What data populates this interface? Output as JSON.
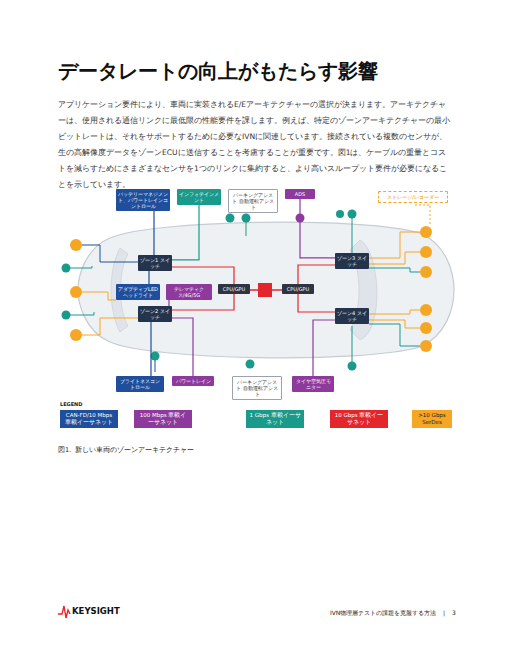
{
  "diagram": {
    "title": "データレートの向上がもたらす影響",
    "caption": "図1.  新しい車両のゾーンアーキテクチャー",
    "nodes": [
      {
        "text": [
          "バッテリーマネジメント、パワートレインコントロール"
        ]
      },
      {
        "text": [
          "インフォテインメント"
        ]
      },
      {
        "text": [
          "パーキングアシスト 自動運転アシスト"
        ]
      },
      {
        "text": [
          "ADS"
        ]
      },
      {
        "text": [
          "ストレージ/レコーダー"
        ]
      },
      {
        "text": [
          "ゾーン1 スイッチ"
        ]
      },
      {
        "text": [
          "ゾーン3 スイッチ"
        ]
      },
      {
        "text": [
          "アダプティブLED ヘッドライト"
        ]
      },
      {
        "text": [
          "テレマティクス/4G/5G"
        ]
      },
      {
        "text": [
          "CPU/GPU"
        ]
      },
      {
        "text": [
          "CPU/GPU"
        ]
      },
      {
        "text": [
          "ゾーン2 スイッチ"
        ]
      },
      {
        "text": [
          "ゾーン4 スイッチ"
        ]
      },
      {
        "text": [
          "ブライトネスコントロール"
        ]
      },
      {
        "text": [
          "パワートレイン"
        ]
      },
      {
        "text": [
          "パーキングアシスト 自動運転アシスト"
        ]
      },
      {
        "text": [
          "タイヤ空気圧モニター"
        ]
      }
    ],
    "edges": [
      {
        "from": 0,
        "to": 5,
        "arrow": "none"
      },
      {
        "from": 1,
        "to": 5,
        "arrow": "none"
      },
      {
        "from": 3,
        "to": 6,
        "arrow": "none"
      },
      {
        "from": 5,
        "to": 9,
        "arrow": "none"
      },
      {
        "from": 11,
        "to": 9,
        "arrow": "none"
      },
      {
        "from": 6,
        "to": 10,
        "arrow": "none"
      },
      {
        "from": 12,
        "to": 10,
        "arrow": "none"
      },
      {
        "from": 13,
        "to": 11,
        "arrow": "none"
      },
      {
        "from": 14,
        "to": 11,
        "arrow": "none"
      },
      {
        "from": 16,
        "to": 12,
        "arrow": "none"
      },
      {
        "from": 7,
        "to": 5,
        "arrow": "none"
      },
      {
        "from": 8,
        "to": 11,
        "arrow": "none"
      }
    ],
    "labels": [
      "アプリケーション要件により、車両に実装されるE/Eアーキテクチャーの選択が決まります。アーキテクチャーは、使用される通信リンクに最低限の性能要件を課します。例えば、特定のゾーンアーキテクチャーの最小ビットレートは、それをサポートするために必要なIVNに関連しています。接続されている複数のセンサが、生の高解像度データをゾーンECUに送信することを考慮することが重要です。図1は、ケーブルの重量とコストを減らすためにさまざまなセンサを1つのリンクに集約すると、より高いスループット要件が必要になることを示しています。",
      "LEGEND",
      "KEYSIGHT",
      "IVN物理層テストの課題を克服する方法",
      "|",
      "3"
    ],
    "legend": [
      {
        "text": "CAN-FD/10 Mbps 車載イーサネット",
        "color": "#1f4e9c"
      },
      {
        "text": "100 Mbps 車載イーサネット",
        "color": "#8e3a9d"
      },
      {
        "text": "1 Gbps 車載イーサネット",
        "color": "#1a9a8a"
      },
      {
        "text": "10 Gbps 車載イーサネット",
        "color": "#e3262b"
      },
      {
        "text": ">10 Gbps SerDes",
        "color": "#f5a623"
      }
    ]
  }
}
